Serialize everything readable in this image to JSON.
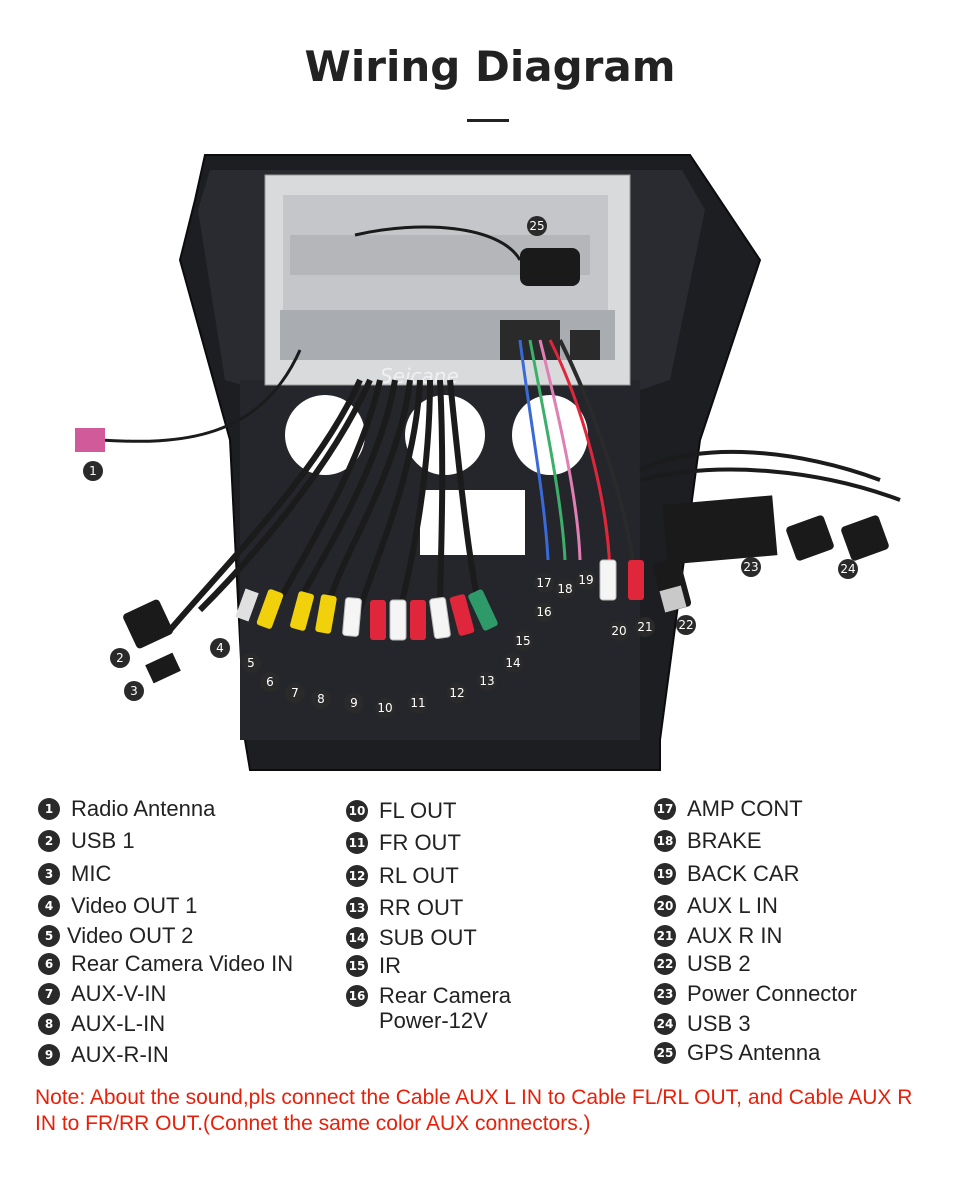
{
  "title": "Wiring Diagram",
  "watermark": "Seicane",
  "callouts": [
    {
      "n": "1"
    },
    {
      "n": "2"
    },
    {
      "n": "3"
    },
    {
      "n": "4"
    },
    {
      "n": "5"
    },
    {
      "n": "6"
    },
    {
      "n": "7"
    },
    {
      "n": "8"
    },
    {
      "n": "9"
    },
    {
      "n": "10"
    },
    {
      "n": "11"
    },
    {
      "n": "12"
    },
    {
      "n": "13"
    },
    {
      "n": "14"
    },
    {
      "n": "15"
    },
    {
      "n": "16"
    },
    {
      "n": "17"
    },
    {
      "n": "18"
    },
    {
      "n": "19"
    },
    {
      "n": "20"
    },
    {
      "n": "21"
    },
    {
      "n": "22"
    },
    {
      "n": "23"
    },
    {
      "n": "24"
    },
    {
      "n": "25"
    }
  ],
  "legend": [
    {
      "n": "1",
      "label": "Radio Antenna"
    },
    {
      "n": "2",
      "label": "USB 1"
    },
    {
      "n": "3",
      "label": "MIC"
    },
    {
      "n": "4",
      "label": "Video OUT 1"
    },
    {
      "n": "5",
      "label": "Video OUT 2"
    },
    {
      "n": "6",
      "label": "Rear Camera Video IN"
    },
    {
      "n": "7",
      "label": "AUX-V-IN"
    },
    {
      "n": "8",
      "label": "AUX-L-IN"
    },
    {
      "n": "9",
      "label": "AUX-R-IN"
    },
    {
      "n": "10",
      "label": "FL OUT"
    },
    {
      "n": "11",
      "label": "FR OUT"
    },
    {
      "n": "12",
      "label": "RL OUT"
    },
    {
      "n": "13",
      "label": "RR OUT"
    },
    {
      "n": "14",
      "label": "SUB OUT"
    },
    {
      "n": "15",
      "label": "IR"
    },
    {
      "n": "16",
      "label": "Rear Camera",
      "label2": "Power-12V"
    },
    {
      "n": "17",
      "label": "AMP CONT"
    },
    {
      "n": "18",
      "label": "BRAKE"
    },
    {
      "n": "19",
      "label": "BACK CAR"
    },
    {
      "n": "20",
      "label": "AUX L IN"
    },
    {
      "n": "21",
      "label": "AUX R IN"
    },
    {
      "n": "22",
      "label": "USB 2"
    },
    {
      "n": "23",
      "label": "Power Connector"
    },
    {
      "n": "24",
      "label": "USB 3"
    },
    {
      "n": "25",
      "label": "GPS Antenna"
    }
  ],
  "note": "Note: About the sound,pls connect the Cable AUX L IN to Cable FL/RL OUT, and Cable AUX R IN to FR/RR OUT.(Connet the same color AUX connectors.)"
}
